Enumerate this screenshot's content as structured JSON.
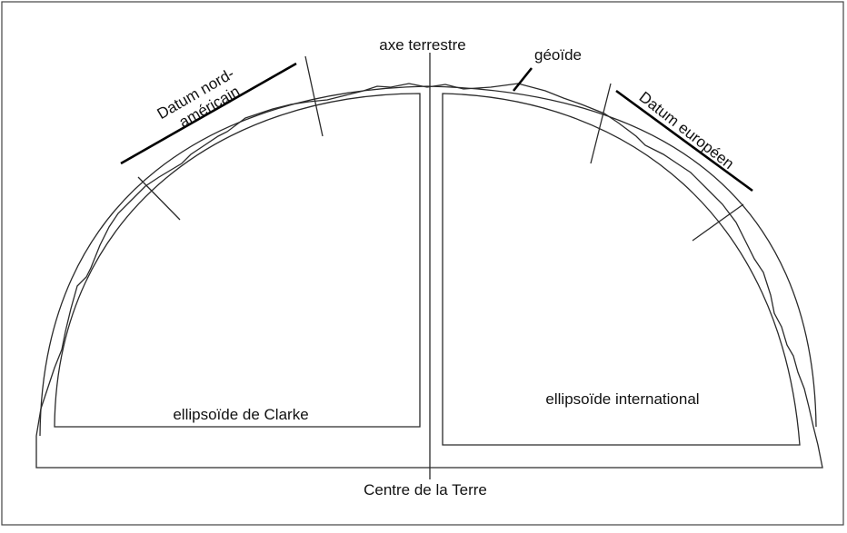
{
  "diagram": {
    "labels": {
      "axis": "axe terrestre",
      "geoid": "géoïde",
      "na_datum_line1": "Datum nord-",
      "na_datum_line2": "américain",
      "eu_datum": "Datum européen",
      "clarke": "ellipsoïde de Clarke",
      "international": "ellipsoïde international",
      "center": "Centre de la Terre"
    },
    "colors": {
      "background": "#ffffff",
      "stroke": "#2a2a2a",
      "text": "#111111"
    }
  }
}
